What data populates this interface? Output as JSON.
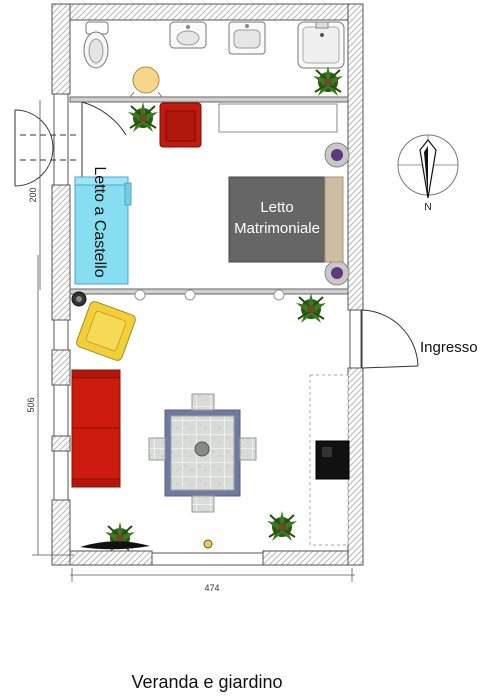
{
  "labels": {
    "bunk_bed": "Letto a Castello",
    "double_bed_line1": "Letto",
    "double_bed_line2": "Matrimoniale",
    "entrance": "Ingresso",
    "garden": "Veranda e giardino",
    "compass_n": "N"
  },
  "dimensions": {
    "bedroom_height": "200",
    "living_height": "506",
    "total_width": "474"
  },
  "colors": {
    "bunk_bed": "#87def0",
    "double_bed": "#666666",
    "headboard": "#cdbda2",
    "sofa": "#cc1b0e",
    "armchair": "#f2cf3a",
    "red_armchair": "#c31a10",
    "rug": "#6f7aa0",
    "tile_floor": "#d8dad8",
    "plant": "#3b7a22",
    "stove": "#111111"
  }
}
